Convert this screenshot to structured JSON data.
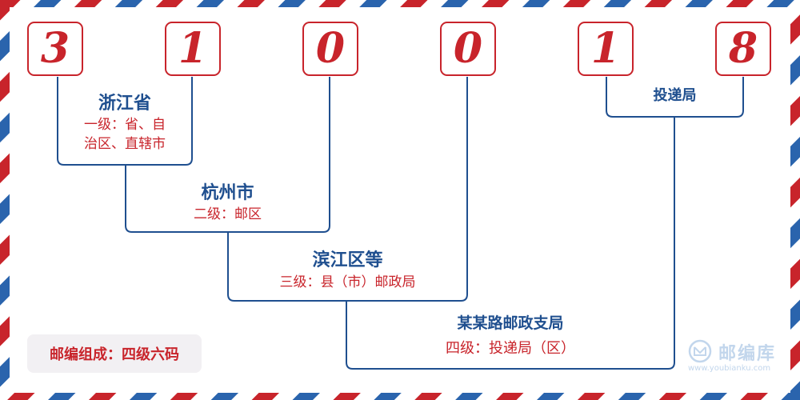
{
  "postal_code": {
    "digits": [
      "3",
      "1",
      "0",
      "0",
      "1",
      "8"
    ]
  },
  "levels": [
    {
      "title": "浙江省",
      "desc_lines": [
        "一级：省、自",
        "治区、直辖市"
      ]
    },
    {
      "title": "杭州市",
      "desc_lines": [
        "二级：邮区"
      ]
    },
    {
      "title": "滨江区等",
      "desc_lines": [
        "三级：县（市）邮政局"
      ]
    },
    {
      "title": "某某路邮政支局",
      "desc_lines": [
        "四级：投递局（区）"
      ]
    }
  ],
  "delivery": {
    "title": "投递局"
  },
  "legend": {
    "label": "邮编组成：四级六码"
  },
  "brand": {
    "name": "邮编库",
    "url": "www.youbianku.com"
  },
  "colors": {
    "red": "#c8242b",
    "blue": "#1f4f8f",
    "airmail_blue": "#2a64ad"
  }
}
